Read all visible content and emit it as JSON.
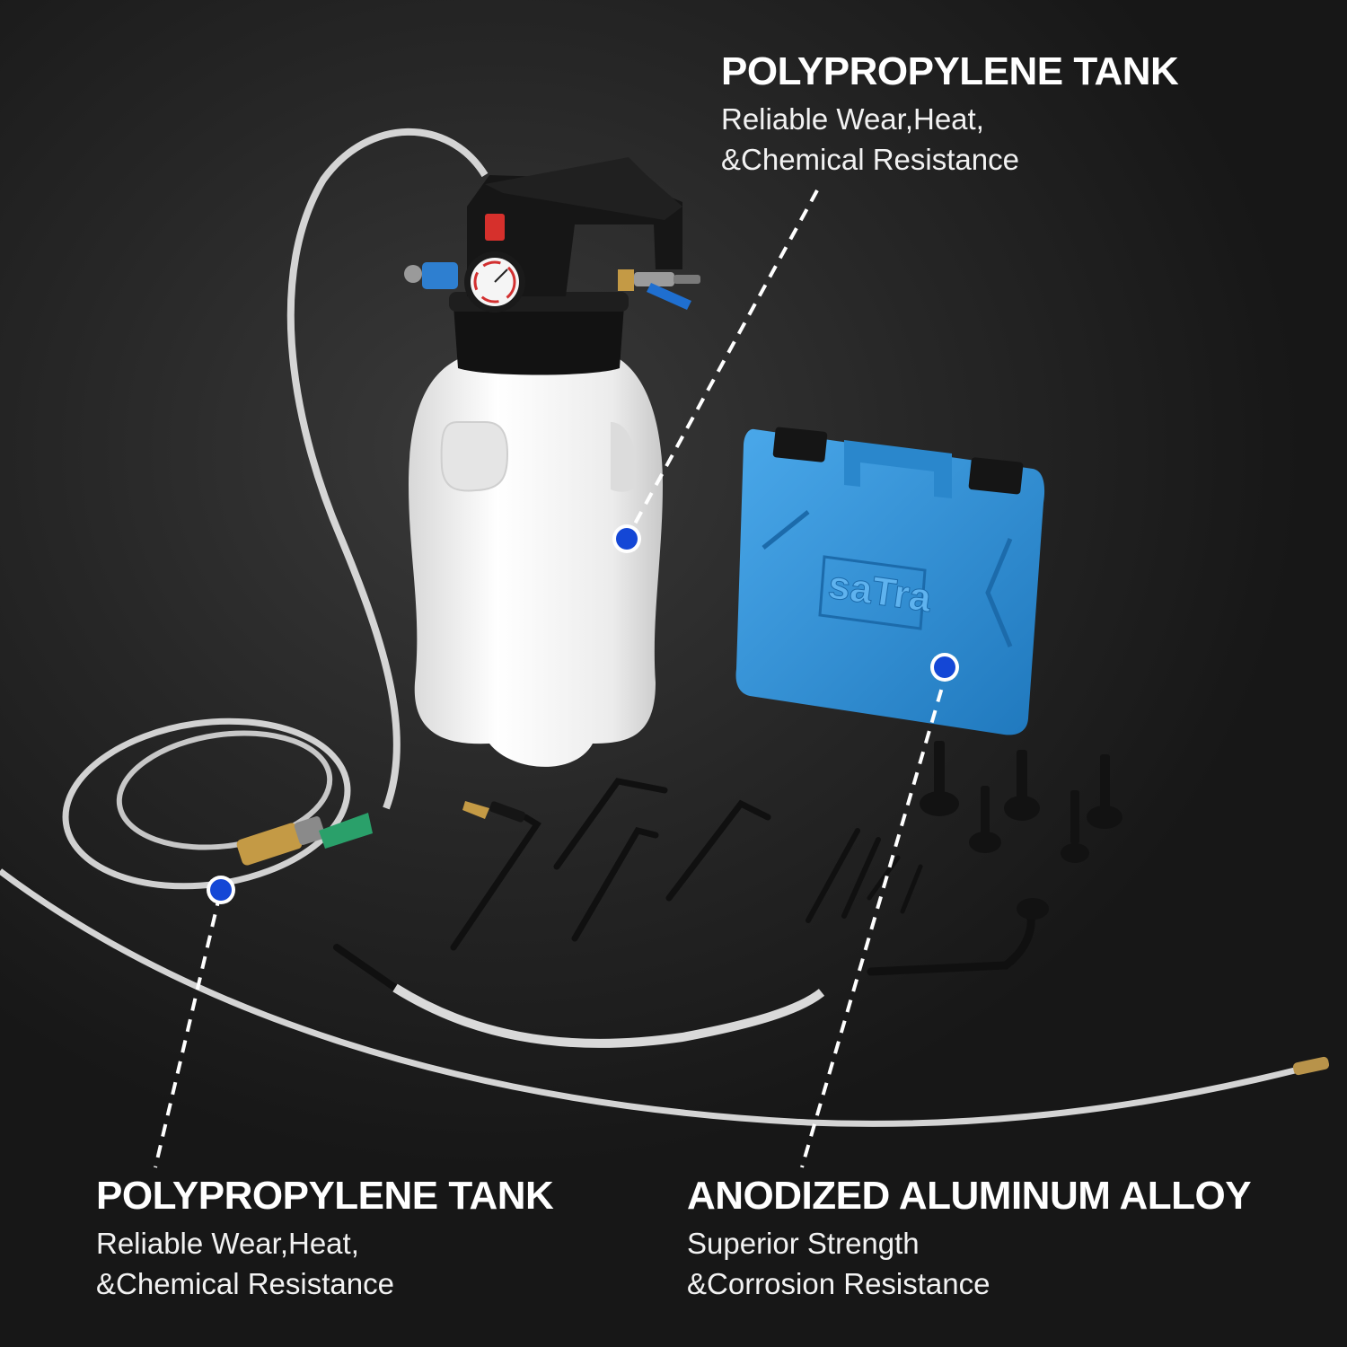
{
  "callouts": {
    "top": {
      "title": "POLYPROPYLENE TANK",
      "line1": "Reliable Wear,Heat,",
      "line2": "&Chemical Resistance"
    },
    "bottom_left": {
      "title": "POLYPROPYLENE TANK",
      "line1": "Reliable Wear,Heat,",
      "line2": "&Chemical Resistance"
    },
    "bottom_right": {
      "title": "ANODIZED ALUMINUM ALLOY",
      "line1": "Superior Strength",
      "line2": "&Corrosion Resistance"
    }
  },
  "case": {
    "logo": "saTra",
    "color": "#2f8fd0"
  },
  "colors": {
    "marker": "#1447d6",
    "tank": "#f2f2f2",
    "cap": "#111111",
    "tube": "#f5f5f5"
  }
}
